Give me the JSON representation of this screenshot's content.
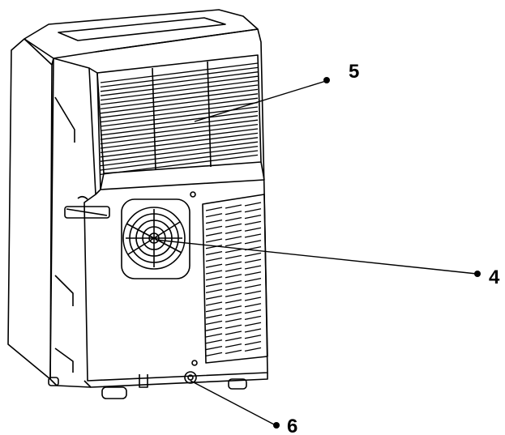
{
  "callouts": [
    {
      "id": "5",
      "label": "5"
    },
    {
      "id": "4",
      "label": "4"
    },
    {
      "id": "6",
      "label": "6"
    }
  ],
  "colors": {
    "line": "#000000",
    "background": "#ffffff"
  }
}
